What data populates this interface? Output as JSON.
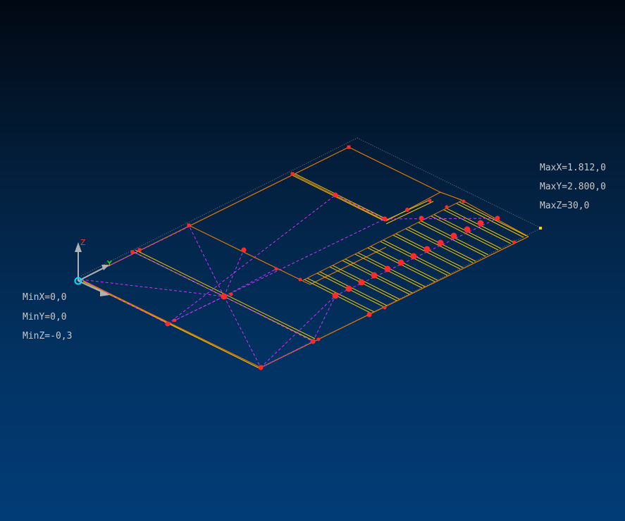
{
  "viewport": {
    "background_top": "#010812",
    "background_bottom": "#023c77",
    "geometry_edge_color": "#e07800",
    "construction_line_color": "#cc33ff",
    "vertex_marker_color": "#ff2a2a",
    "rebar_color": "#f0c000",
    "bbox_color": "#8a8a8a"
  },
  "bounds": {
    "max_x": "MaxX=1.812,0",
    "max_y": "MaxY=2.800,0",
    "max_z": "MaxZ=30,0",
    "min_x": "MinX=0,0",
    "min_y": "MinY=0,0",
    "min_z": "MinZ=-0,3"
  },
  "axis_gizmo": {
    "z_label": "Z",
    "y_label": "Y",
    "z_color": "#ff3030",
    "y_color": "#30ff30",
    "x_color": "#b0b0b0",
    "origin_color": "#00e0ff"
  }
}
